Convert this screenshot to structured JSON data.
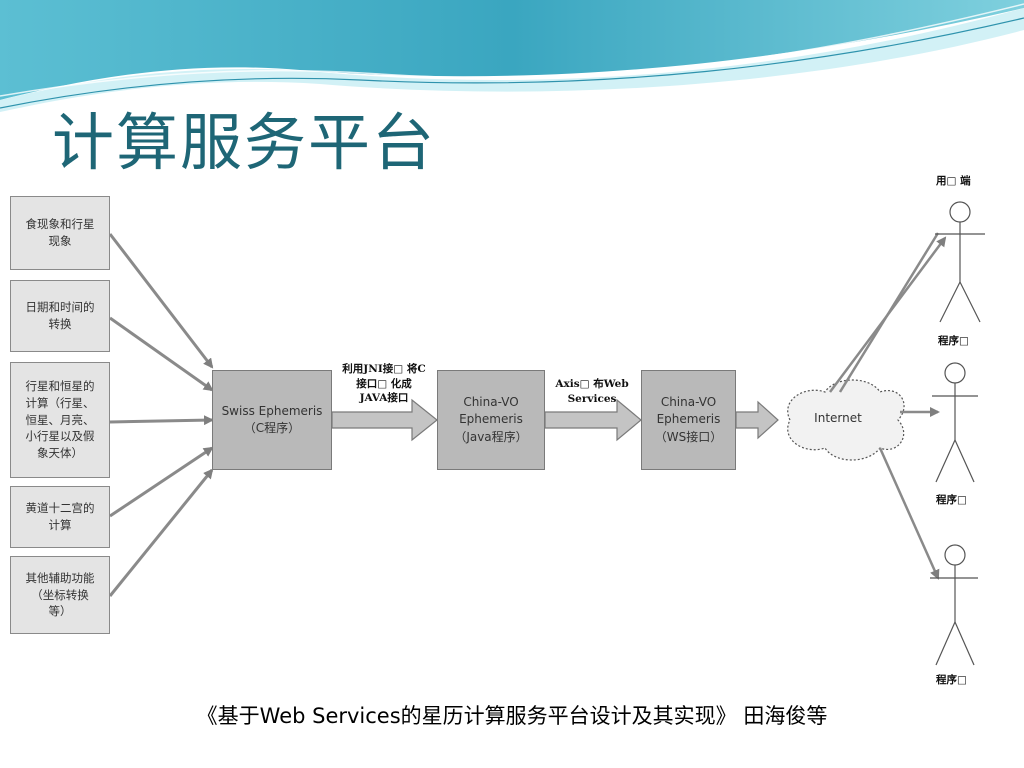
{
  "slide": {
    "title": "计算服务平台",
    "caption": "《基于Web Services的星历计算服务平台设计及其实现》 田海俊等"
  },
  "colors": {
    "title": "#1e6676",
    "wave_dark": "#4fb3c9",
    "wave_light": "#bfe6ee",
    "box_fill": "#e4e4e4",
    "process_fill": "#b9b9b9"
  },
  "diagram": {
    "function_boxes": [
      {
        "label": "食现象和行星\n现象"
      },
      {
        "label": "日期和时间的\n转换"
      },
      {
        "label": "行星和恒星的\n计算（行星、\n恒星、月亮、\n小行星以及假\n象天体）"
      },
      {
        "label": "黄道十二宫的\n计算"
      },
      {
        "label": "其他辅助功能\n（坐标转换\n等）"
      }
    ],
    "process_boxes": [
      {
        "label": "Swiss Ephemeris\n（C程序）"
      },
      {
        "label": "China-VO\nEphemeris\n（Java程序）"
      },
      {
        "label": "China-VO\nEphemeris\n（WS接口）"
      }
    ],
    "arrow_labels": [
      {
        "label": "利用JNI接□ 将C\n接口□ 化成\nJAVA接口"
      },
      {
        "label": "Axis□ 布Web\nServices"
      }
    ],
    "cloud_label": "Internet",
    "users": [
      {
        "label": "用□ 端"
      },
      {
        "label": "程序□"
      },
      {
        "label": "程序□"
      },
      {
        "label": "程序□"
      }
    ]
  }
}
